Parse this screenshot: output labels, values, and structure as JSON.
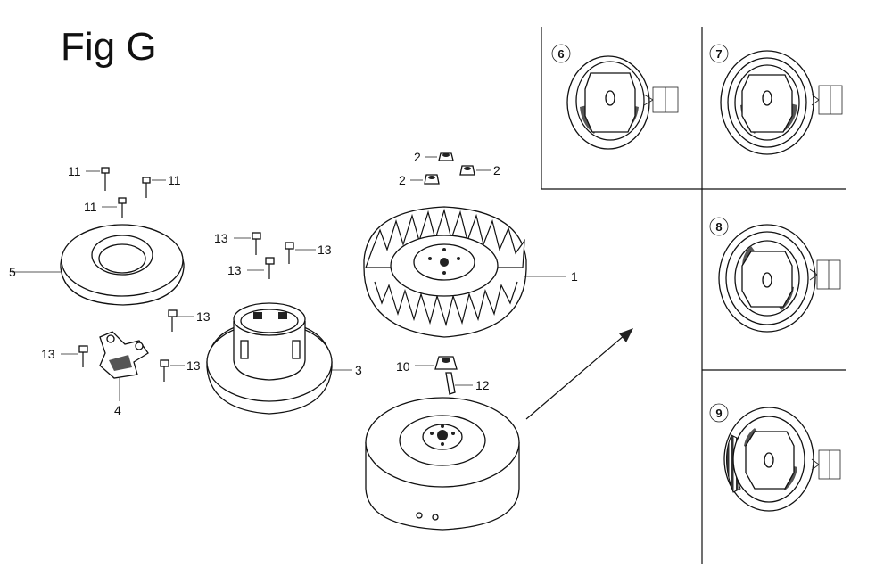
{
  "figure": {
    "title": "Fig G"
  },
  "callouts": {
    "c1": "1",
    "c2a": "2",
    "c2b": "2",
    "c2c": "2",
    "c3": "3",
    "c4": "4",
    "c5": "5",
    "c10": "10",
    "c12": "12",
    "c11a": "11",
    "c11b": "11",
    "c11c": "11",
    "c13a": "13",
    "c13b": "13",
    "c13c": "13",
    "c13d": "13",
    "c13e": "13",
    "c13f": "13"
  },
  "variants": {
    "v6": "6",
    "v7": "7",
    "v8": "8",
    "v9": "9"
  },
  "colors": {
    "line": "#111111",
    "background": "#ffffff"
  }
}
